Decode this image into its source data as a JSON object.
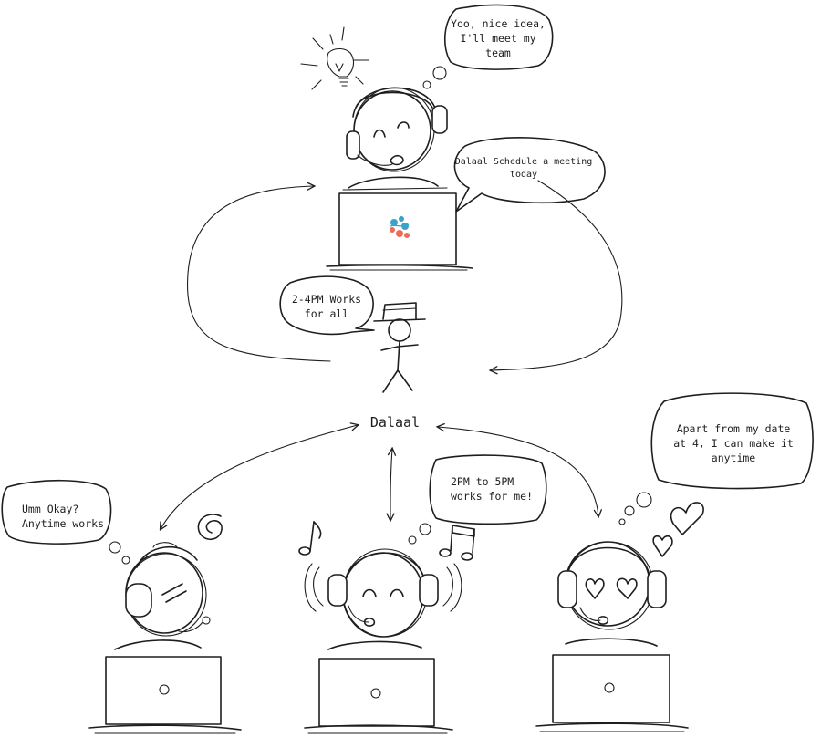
{
  "center_label": "Dalaal",
  "bubbles": {
    "manager_thought": [
      "Yoo, nice idea,",
      "I'll meet my",
      "team"
    ],
    "manager_speech": [
      "Dalaal Schedule a meeting",
      "today"
    ],
    "dalaal_speech": [
      "2-4PM Works",
      "for all"
    ],
    "member_left": [
      "Umm Okay?",
      "Anytime works"
    ],
    "member_middle": [
      "2PM to 5PM",
      "works for me!"
    ],
    "member_right": [
      "Apart from my date",
      "at 4, I can make it",
      "anytime"
    ]
  },
  "colors": {
    "ink": "#1e1e1e",
    "logo_blue": "#3aa3c9",
    "logo_coral": "#f06a5a"
  },
  "icons": [
    "lightbulb-icon",
    "music-note-icon",
    "heart-icon",
    "spiral-icon",
    "laptop-logo-icon"
  ]
}
